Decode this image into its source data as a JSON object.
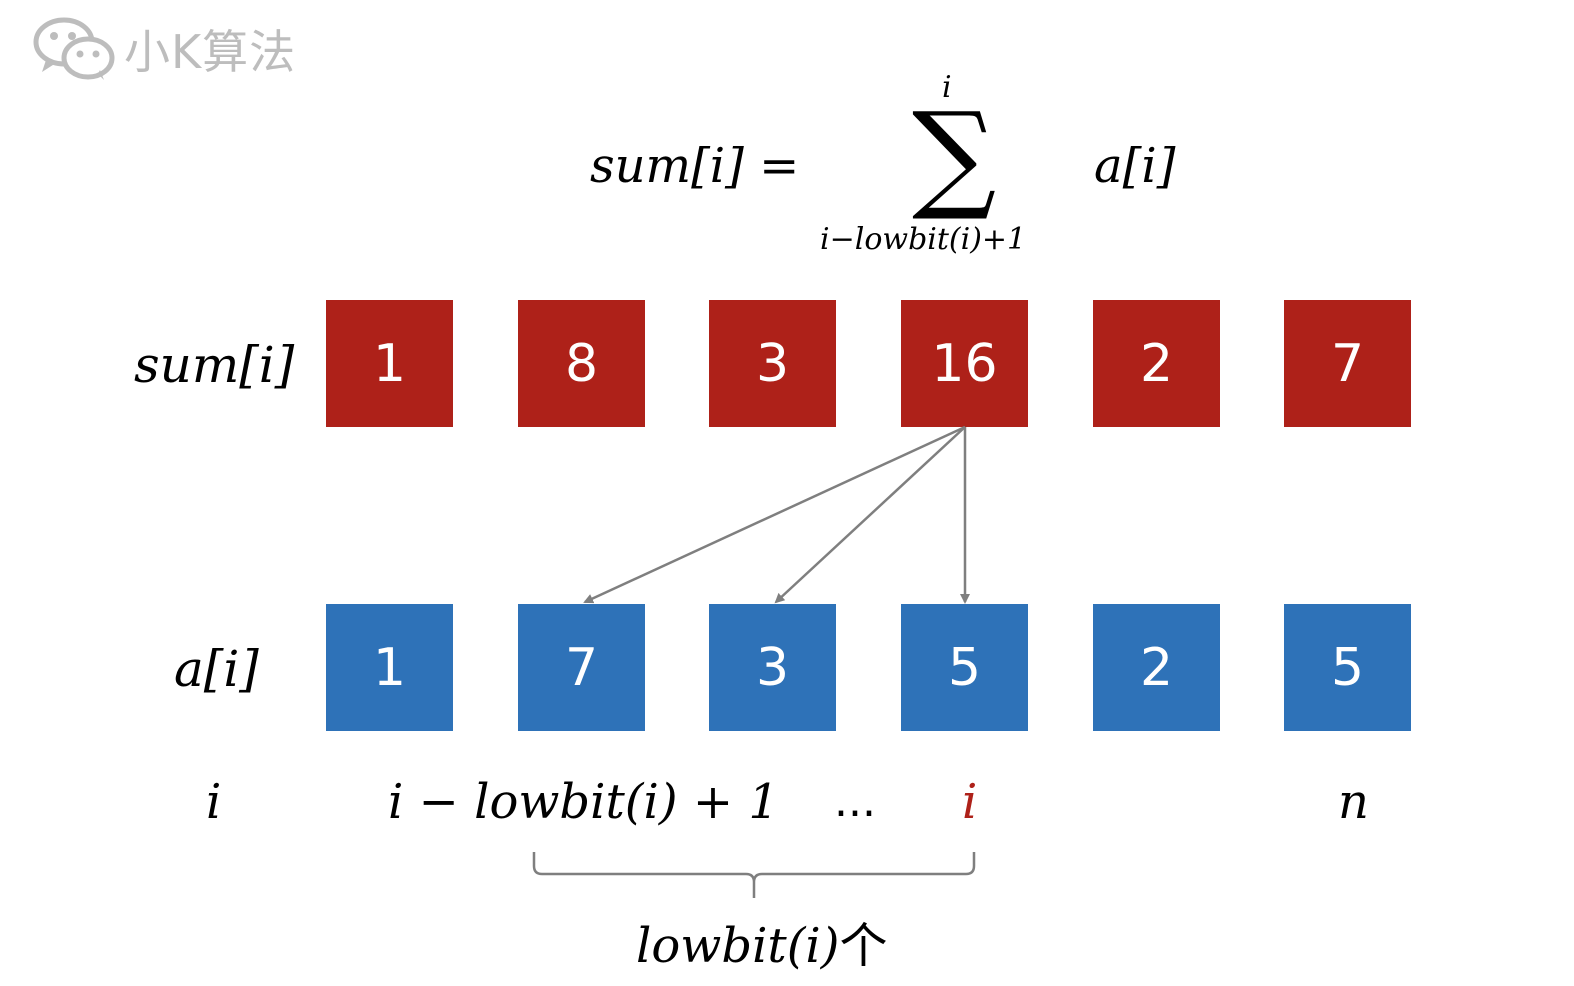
{
  "watermark": {
    "text": "小K算法",
    "icon": "wechat-icon",
    "color": "#bdbdbd"
  },
  "formula": {
    "lhs": "sum[i] =",
    "sum_upper": "i",
    "sum_lower": "i−lowbit(i)+1",
    "rhs": "a[i]"
  },
  "rows": {
    "sum_label": "sum[i]",
    "a_label": "a[i]"
  },
  "sum_cells": [
    "1",
    "8",
    "3",
    "16",
    "2",
    "7"
  ],
  "a_cells": [
    "1",
    "7",
    "3",
    "5",
    "2",
    "5"
  ],
  "indices": {
    "first": "i",
    "range_start": "i − lowbit(i) + 1",
    "dots": "...",
    "current": "i",
    "last": "n"
  },
  "brace": {
    "label": "lowbit(i)",
    "suffix": "个"
  },
  "colors": {
    "sum_cell": "#ae2119",
    "a_cell": "#2e72b8",
    "highlight_index": "#ae2119",
    "arrow": "#7f7f7f"
  }
}
